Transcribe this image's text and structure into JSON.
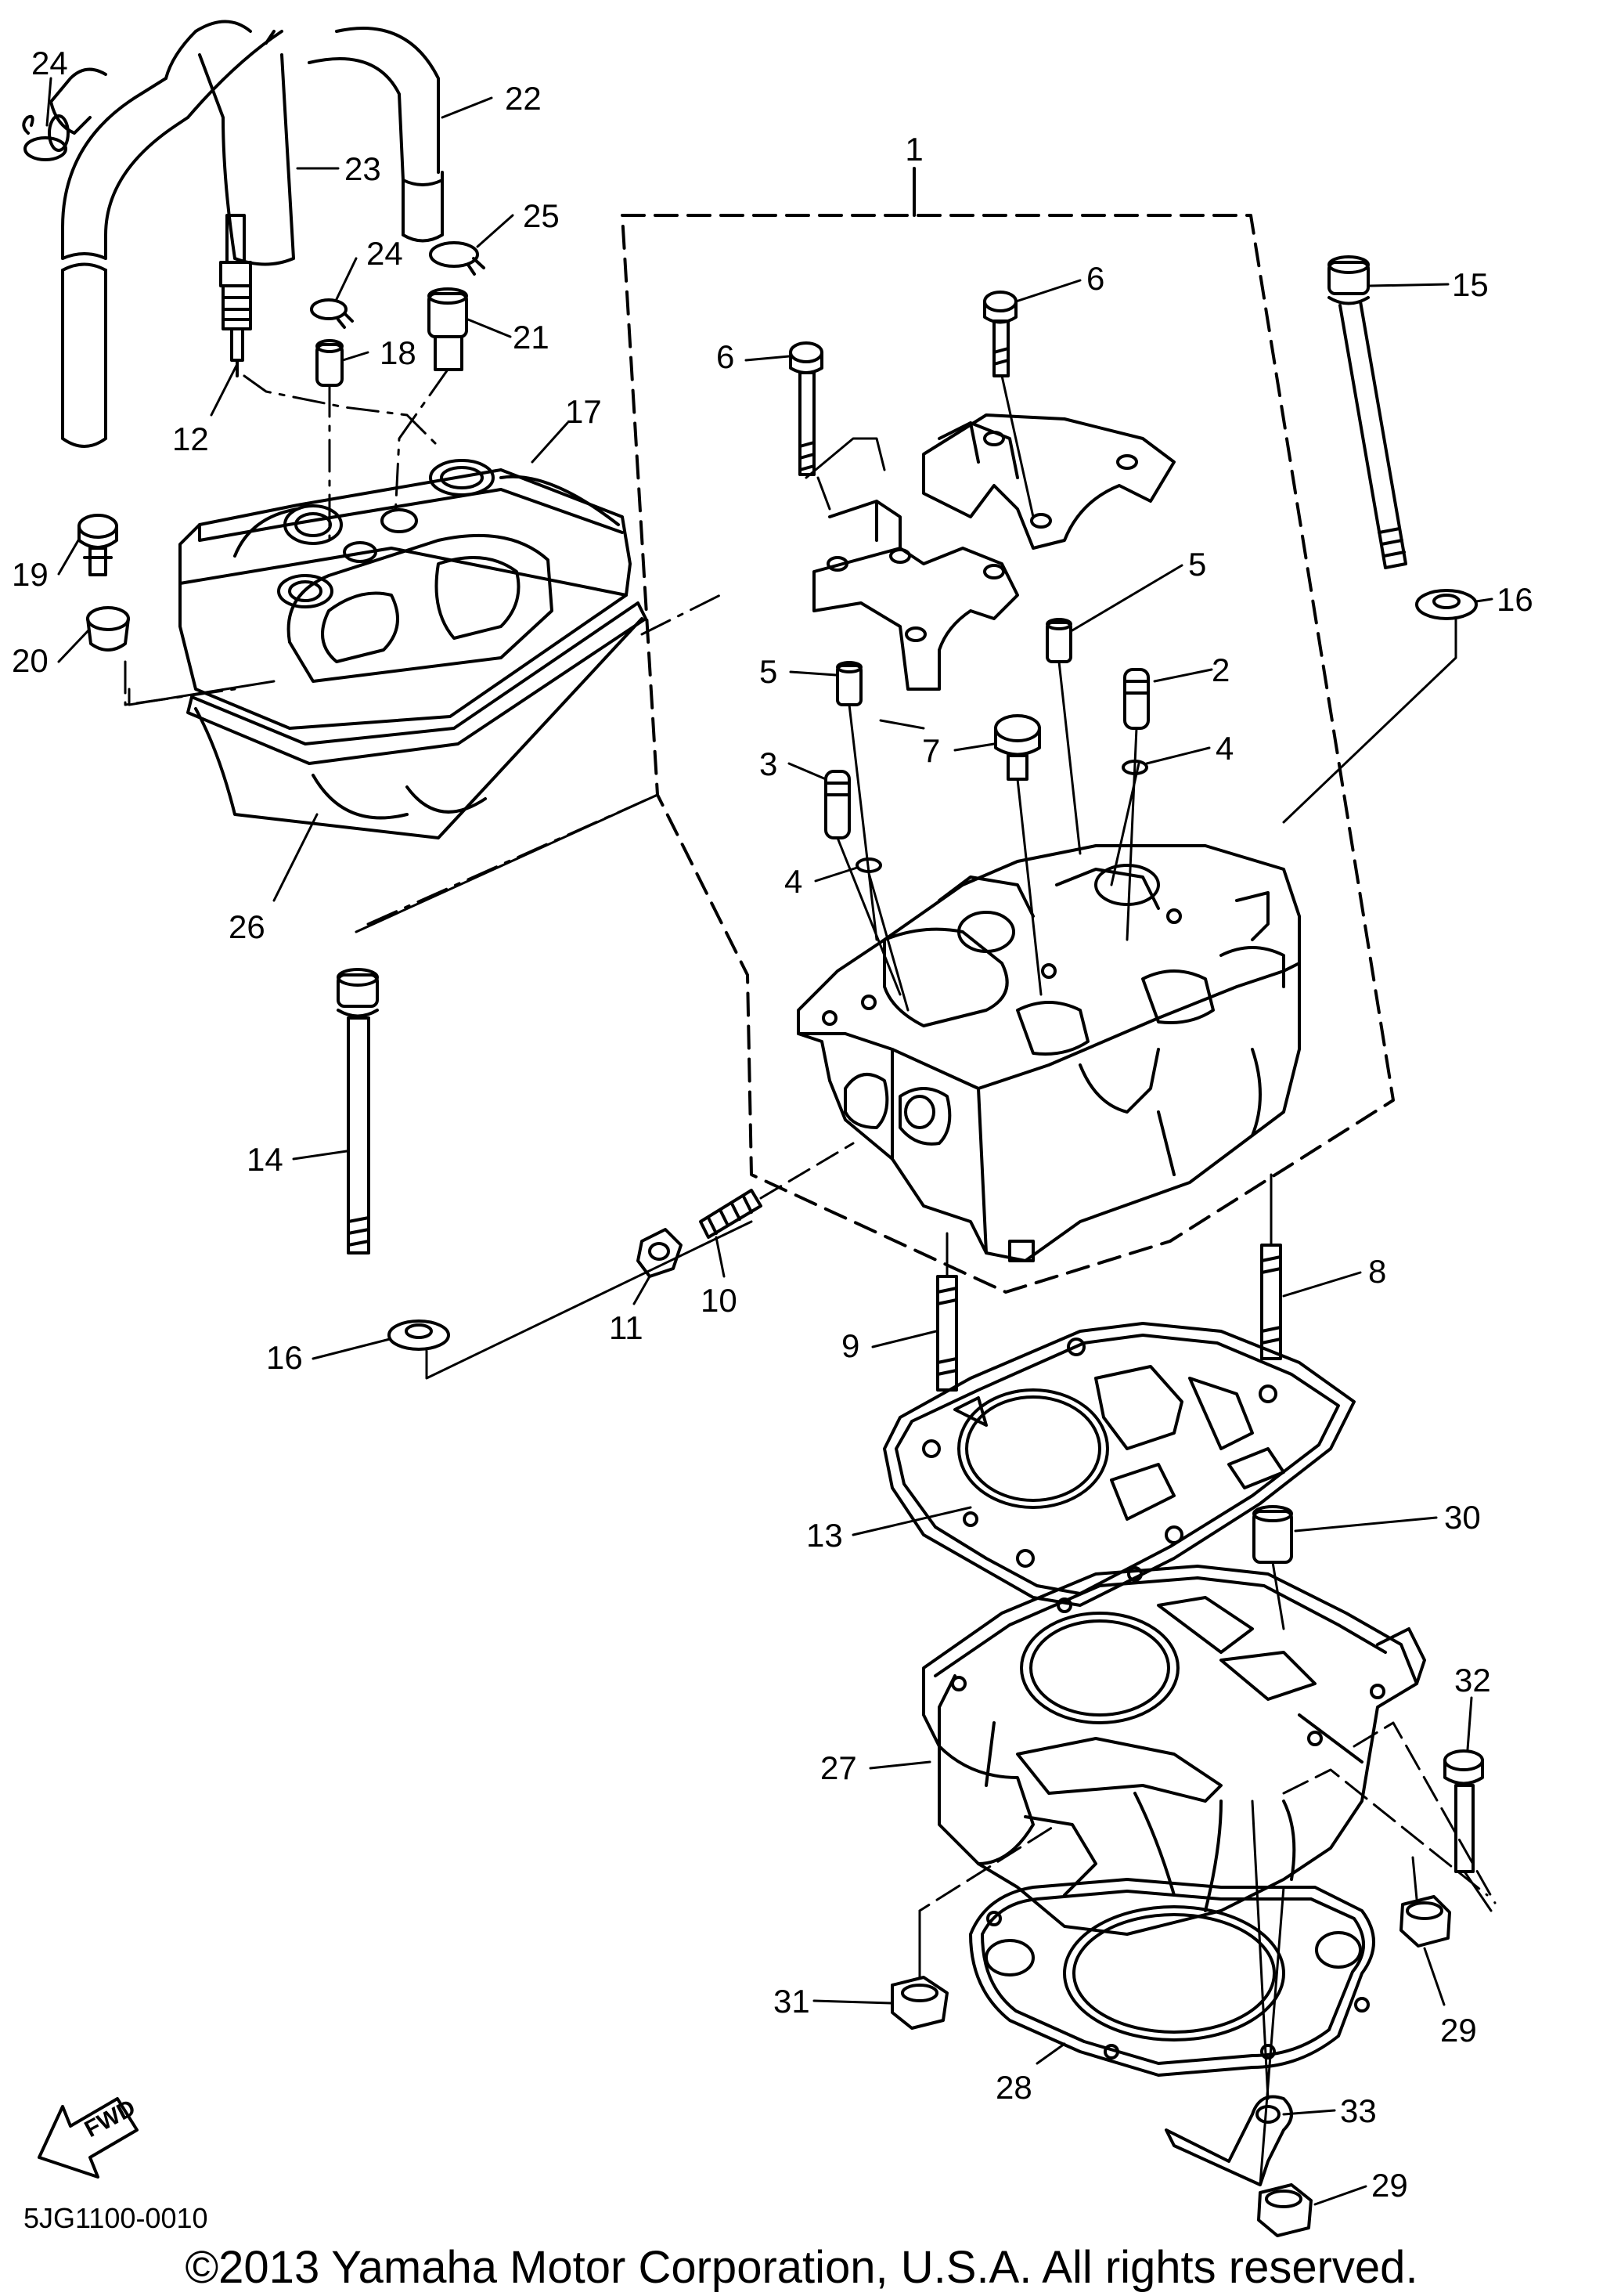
{
  "diagram": {
    "part_code": "5JG1100-0010",
    "copyright": "©2013 Yamaha Motor Corporation, U.S.A. All rights reserved.",
    "fwd_label": "FWD",
    "callouts": [
      {
        "id": "c1",
        "label": "1"
      },
      {
        "id": "c2",
        "label": "2"
      },
      {
        "id": "c3",
        "label": "3"
      },
      {
        "id": "c4a",
        "label": "4"
      },
      {
        "id": "c4b",
        "label": "4"
      },
      {
        "id": "c5a",
        "label": "5"
      },
      {
        "id": "c5b",
        "label": "5"
      },
      {
        "id": "c6a",
        "label": "6"
      },
      {
        "id": "c6b",
        "label": "6"
      },
      {
        "id": "c7",
        "label": "7"
      },
      {
        "id": "c8",
        "label": "8"
      },
      {
        "id": "c9",
        "label": "9"
      },
      {
        "id": "c10",
        "label": "10"
      },
      {
        "id": "c11",
        "label": "11"
      },
      {
        "id": "c12",
        "label": "12"
      },
      {
        "id": "c13",
        "label": "13"
      },
      {
        "id": "c14",
        "label": "14"
      },
      {
        "id": "c15",
        "label": "15"
      },
      {
        "id": "c16a",
        "label": "16"
      },
      {
        "id": "c16b",
        "label": "16"
      },
      {
        "id": "c17",
        "label": "17"
      },
      {
        "id": "c18",
        "label": "18"
      },
      {
        "id": "c19",
        "label": "19"
      },
      {
        "id": "c20",
        "label": "20"
      },
      {
        "id": "c21",
        "label": "21"
      },
      {
        "id": "c22",
        "label": "22"
      },
      {
        "id": "c23",
        "label": "23"
      },
      {
        "id": "c24a",
        "label": "24"
      },
      {
        "id": "c24b",
        "label": "24"
      },
      {
        "id": "c25",
        "label": "25"
      },
      {
        "id": "c26",
        "label": "26"
      },
      {
        "id": "c27",
        "label": "27"
      },
      {
        "id": "c28",
        "label": "28"
      },
      {
        "id": "c29a",
        "label": "29"
      },
      {
        "id": "c29b",
        "label": "29"
      },
      {
        "id": "c30",
        "label": "30"
      },
      {
        "id": "c31",
        "label": "31"
      },
      {
        "id": "c32",
        "label": "32"
      },
      {
        "id": "c33",
        "label": "33"
      }
    ]
  }
}
